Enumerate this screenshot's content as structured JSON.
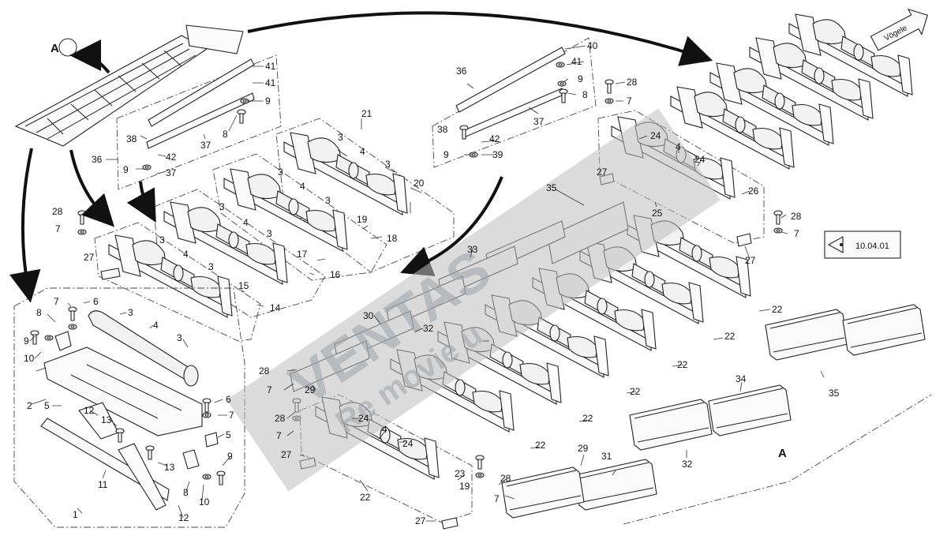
{
  "reference": {
    "code": "10.04.01"
  },
  "brand_tag": {
    "text": "Vögele"
  },
  "watermark": {
    "line1": "VENTAS",
    "line2": "Re movie u"
  },
  "view_label": {
    "text": "A"
  },
  "callouts": {
    "n1": "1",
    "n2": "2",
    "n3": "3",
    "n4": "4",
    "n5": "5",
    "n6": "6",
    "n7": "7",
    "n8": "8",
    "n9": "9",
    "n10": "10",
    "n11": "11",
    "n12": "12",
    "n13": "13",
    "n14": "14",
    "n15": "15",
    "n16": "16",
    "n17": "17",
    "n18": "18",
    "n19": "19",
    "n20": "20",
    "n21": "21",
    "n22": "22",
    "n23": "23",
    "n24": "24",
    "n25": "25",
    "n26": "26",
    "n27": "27",
    "n28": "28",
    "n29": "29",
    "n30": "30",
    "n31": "31",
    "n32": "32",
    "n33": "33",
    "n34": "34",
    "n35": "35",
    "n36": "36",
    "n37": "37",
    "n38": "38",
    "n39": "39",
    "n40": "40",
    "n41": "41",
    "n42": "42"
  },
  "colors": {
    "line": "#222222",
    "watermark": "#9aa3ad",
    "background": "#ffffff"
  }
}
